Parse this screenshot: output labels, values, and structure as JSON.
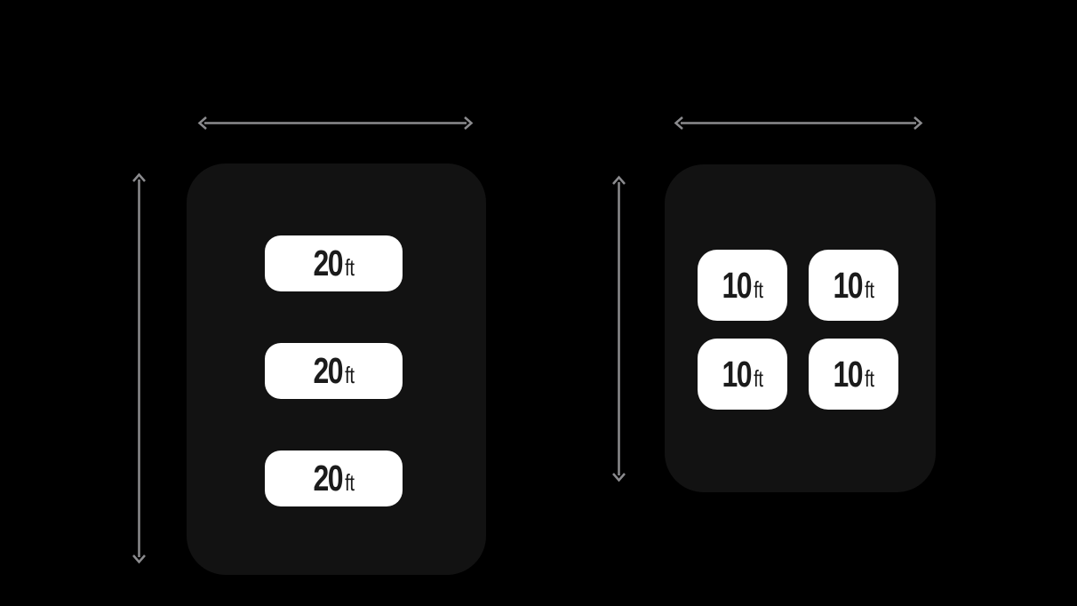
{
  "diagram": {
    "background": "#000000",
    "colors": {
      "container_fill": "#121212",
      "arrow_stroke": "#8b8b8e",
      "card_fill": "#ffffff",
      "card_text": "#1b1b1b"
    },
    "icons": {
      "horizontal_dimension_arrow": "↔",
      "vertical_dimension_arrow": "↕"
    },
    "left": {
      "cards": [
        {
          "value": "20",
          "unit": "ft"
        },
        {
          "value": "20",
          "unit": "ft"
        },
        {
          "value": "20",
          "unit": "ft"
        }
      ]
    },
    "right": {
      "cards": [
        {
          "value": "10",
          "unit": "ft"
        },
        {
          "value": "10",
          "unit": "ft"
        },
        {
          "value": "10",
          "unit": "ft"
        },
        {
          "value": "10",
          "unit": "ft"
        }
      ]
    }
  }
}
